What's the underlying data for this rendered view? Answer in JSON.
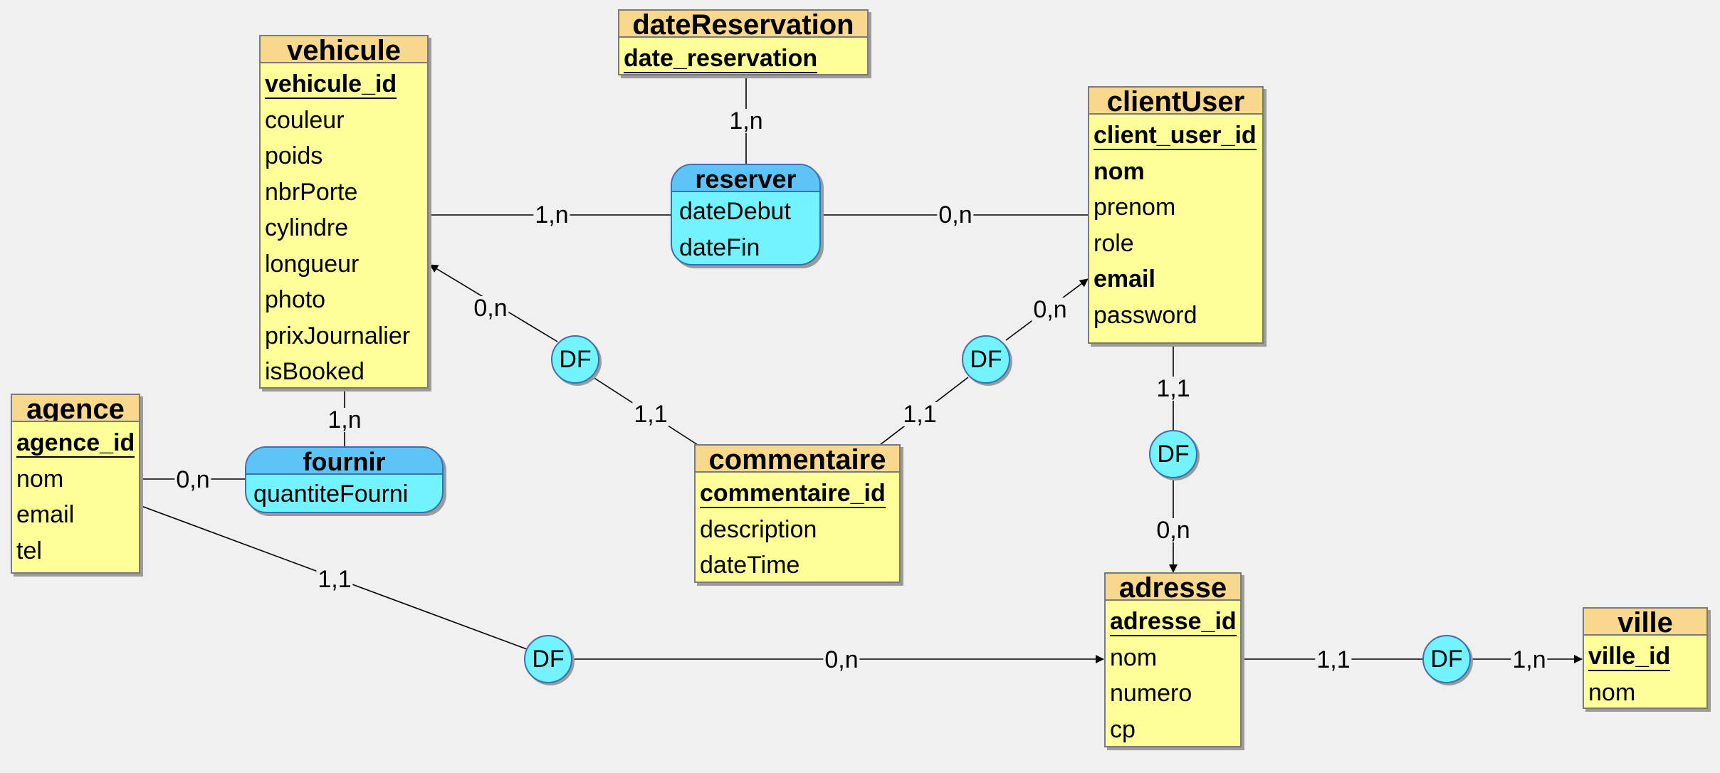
{
  "entities": {
    "vehicule": {
      "title": "vehicule",
      "attrs": [
        "vehicule_id",
        "couleur",
        "poids",
        "nbrPorte",
        "cylindre",
        "longueur",
        "photo",
        "prixJournalier",
        "isBooked"
      ]
    },
    "dateReservation": {
      "title": "dateReservation",
      "attrs": [
        "date_reservation"
      ]
    },
    "clientUser": {
      "title": "clientUser",
      "attrs": [
        "client_user_id",
        "nom",
        "prenom",
        "role",
        "email",
        "password"
      ]
    },
    "agence": {
      "title": "agence",
      "attrs": [
        "agence_id",
        "nom",
        "email",
        "tel"
      ]
    },
    "commentaire": {
      "title": "commentaire",
      "attrs": [
        "commentaire_id",
        "description",
        "dateTime"
      ]
    },
    "adresse": {
      "title": "adresse",
      "attrs": [
        "adresse_id",
        "nom",
        "numero",
        "cp"
      ]
    },
    "ville": {
      "title": "ville",
      "attrs": [
        "ville_id",
        "nom"
      ]
    }
  },
  "associations": {
    "reserver": {
      "title": "reserver",
      "attrs": [
        "dateDebut",
        "dateFin"
      ]
    },
    "fournir": {
      "title": "fournir",
      "attrs": [
        "quantiteFourni"
      ]
    }
  },
  "df_label": "DF",
  "cardinalities": {
    "datereservation_reserver": "1,n",
    "vehicule_reserver": "1,n",
    "client_reserver": "0,n",
    "commentaire_vehicule_vehicule": "0,n",
    "commentaire_vehicule_commentaire": "1,1",
    "commentaire_client_client": "0,n",
    "commentaire_client_commentaire": "1,1",
    "vehicule_fournir": "1,n",
    "agence_fournir": "0,n",
    "client_adresse_client": "1,1",
    "client_adresse_adresse": "0,n",
    "agence_adresse_agence": "1,1",
    "agence_adresse_adresse": "0,n",
    "adresse_ville_adresse": "1,1",
    "adresse_ville_ville": "1,n"
  }
}
